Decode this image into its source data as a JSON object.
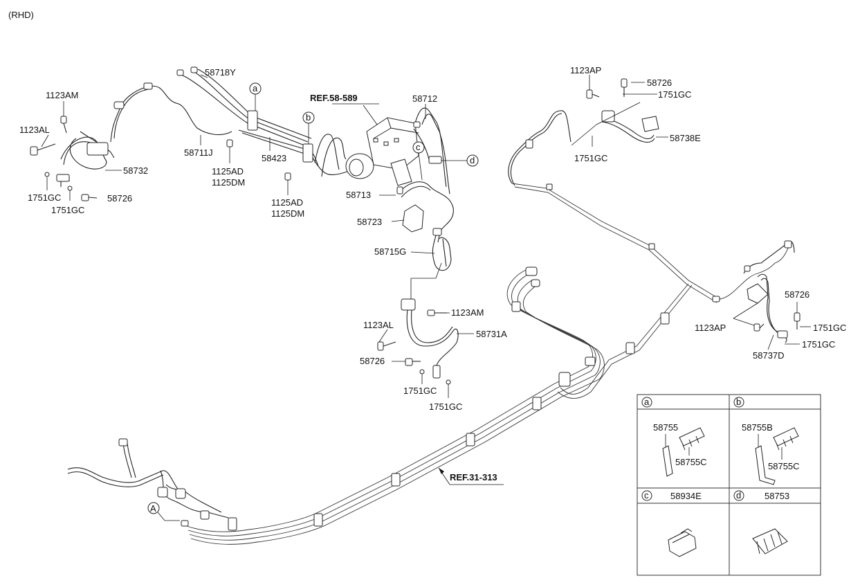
{
  "header": {
    "variant": "(RHD)"
  },
  "callouts": {
    "p1123am_l": "1123AM",
    "p1123al_l": "1123AL",
    "p58732": "58732",
    "p1751gc_l1": "1751GC",
    "p1751gc_l2": "1751GC",
    "p58726_l": "58726",
    "p58718y": "58718Y",
    "p58711j": "58711J",
    "p58423": "58423",
    "p1125ad_a": "1125AD",
    "p1125dm_a": "1125DM",
    "p1125ad_b": "1125AD",
    "p1125dm_b": "1125DM",
    "ref_abs": "REF.58-589",
    "p58712": "58712",
    "p58713": "58713",
    "p58723": "58723",
    "p58715g": "58715G",
    "p1123am_m": "1123AM",
    "p1123al_m": "1123AL",
    "p58731a": "58731A",
    "p58726_m": "58726",
    "p1751gc_m1": "1751GC",
    "p1751gc_m2": "1751GC",
    "p1123ap_t": "1123AP",
    "p58726_t": "58726",
    "p1751gc_t1": "1751GC",
    "p58738e": "58738E",
    "p1751gc_t2": "1751GC",
    "p58726_r": "58726",
    "p1123ap_r": "1123AP",
    "p1751gc_r1": "1751GC",
    "p1751gc_r2": "1751GC",
    "p58737d": "58737D",
    "ref_pipe": "REF.31-313",
    "mark_a": "a",
    "mark_b": "b",
    "mark_c": "c",
    "mark_d": "d",
    "mark_A": "A"
  },
  "legend": {
    "cell_a": {
      "letter": "a",
      "part1": "58755",
      "part2": "58755C"
    },
    "cell_b": {
      "letter": "b",
      "part1": "58755B",
      "part2": "58755C"
    },
    "cell_c": {
      "letter": "c",
      "part": "58934E"
    },
    "cell_d": {
      "letter": "d",
      "part": "58753"
    }
  }
}
